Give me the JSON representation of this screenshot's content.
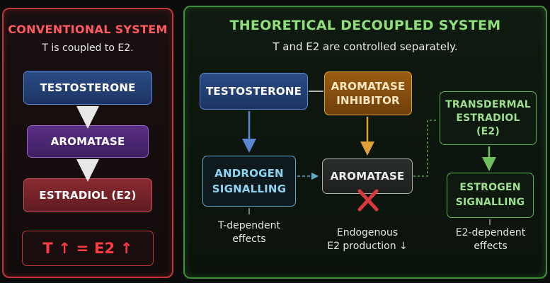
{
  "left": {
    "title": "CONVENTIONAL SYSTEM",
    "subtitle": "T is coupled to E2.",
    "boxes": {
      "testosterone": "TESTOSTERONE",
      "aromatase": "AROMATASE",
      "estradiol": "ESTRADIOL (E2)",
      "equation": "T ↑ = E2 ↑"
    }
  },
  "right": {
    "title": "THEORETICAL DECOUPLED SYSTEM",
    "subtitle": "T and E2 are controlled separately.",
    "boxes": {
      "testosterone": "TESTOSTERONE",
      "ai_line1": "AROMATASE",
      "ai_line2": "INHIBITOR",
      "transdermal_line1": "TRANSDERMAL",
      "transdermal_line2": "ESTRADIOL",
      "transdermal_line3": "(E2)",
      "androgen_line1": "ANDROGEN",
      "androgen_line2": "SIGNALLING",
      "aromatase": "AROMATASE",
      "estrogen_line1": "ESTROGEN",
      "estrogen_line2": "SIGNALLING"
    },
    "notes": {
      "t_dependent_line1": "T-dependent",
      "t_dependent_line2": "effects",
      "endogenous_line1": "Endogenous",
      "endogenous_line2": "E2 production ↓",
      "e2_dependent_line1": "E2-dependent",
      "e2_dependent_line2": "effects"
    }
  },
  "colors": {
    "conventional_accent": "#ff5a5f",
    "decoupled_accent": "#8fe07a",
    "blocked_mark": "#d8393c"
  }
}
